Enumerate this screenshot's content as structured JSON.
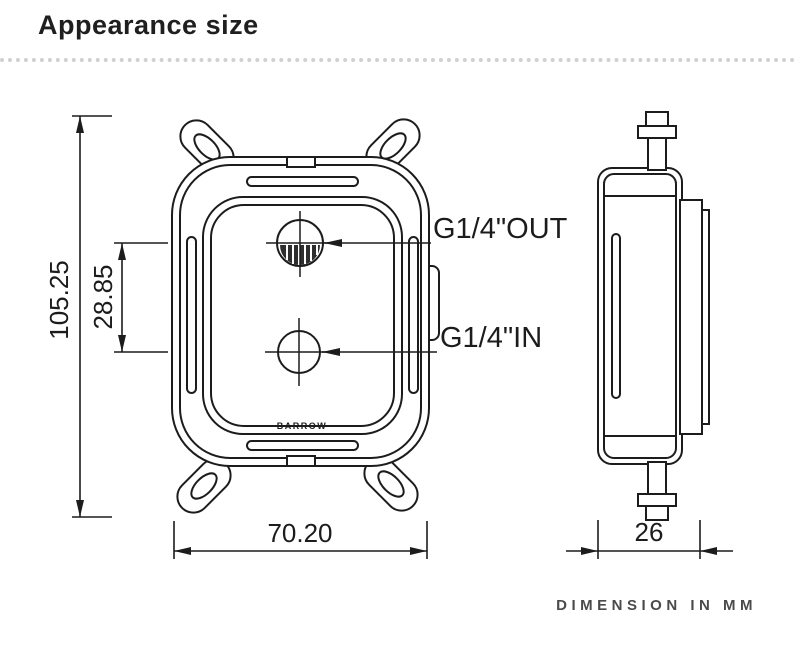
{
  "page": {
    "title": "Appearance size",
    "footer_note": "DIMENSION IN MM"
  },
  "drawing": {
    "brand_label": "BARROW",
    "front_view": {
      "overall_height_mm": "105.25",
      "port_spacing_mm": "28.85",
      "overall_width_mm": "70.20",
      "out_port_label": "G1/4\"OUT",
      "in_port_label": "G1/4\"IN"
    },
    "side_view": {
      "depth_mm": "26"
    },
    "colors": {
      "line": "#1c1c1c",
      "separator_dots": "#d0d0d0",
      "footer_text": "#4a4a4a"
    }
  }
}
